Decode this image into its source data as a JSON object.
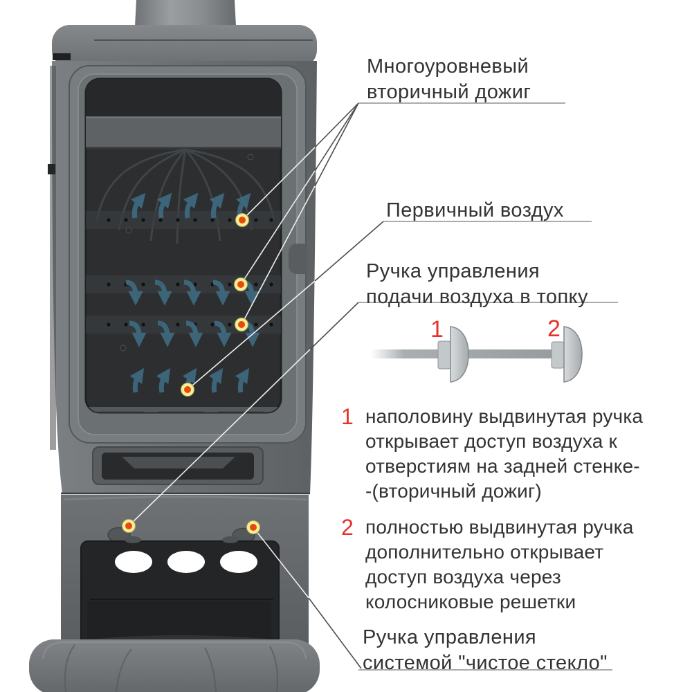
{
  "annotations": {
    "secondary_afterburn": {
      "line1": "Многоуровневый",
      "line2": "вторичный дожиг"
    },
    "primary_air": {
      "text": "Первичный воздух"
    },
    "air_supply_handle": {
      "line1": "Ручка управления",
      "line2": "подачи воздуха в топку"
    },
    "clean_glass_handle": {
      "line1": "Ручка управления",
      "line2": "системой \"чистое стекло\""
    }
  },
  "handle_positions": {
    "pos1_label": "1",
    "pos2_label": "2"
  },
  "notes": [
    {
      "num": "1",
      "lines": [
        "наполовину выдвинутая ручка",
        "открывает доступ воздуха к",
        "отверстиям на задней стенке-",
        "-(вторичный дожиг)"
      ]
    },
    {
      "num": "2",
      "lines": [
        "полностью выдвинутая ручка",
        "дополнительно открывает",
        "доступ воздуха через",
        "колосниковые решетки"
      ]
    }
  ],
  "colors": {
    "accent_red": "#e8312a",
    "marker_orange": "#e64a10",
    "marker_yellow": "#f6ef95",
    "arrow_teal": "#3f6d84",
    "text": "#333333",
    "stove_gray": "#6b6f72"
  }
}
